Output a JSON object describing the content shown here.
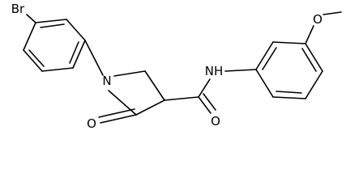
{
  "molecule": {
    "atom_labels": {
      "bromine": "Br",
      "ring_nitrogen": "N",
      "ketone_oxygen": "O",
      "amide_oxygen": "O",
      "amide_nitrogen": "NH",
      "ether_oxygen": "O"
    }
  }
}
